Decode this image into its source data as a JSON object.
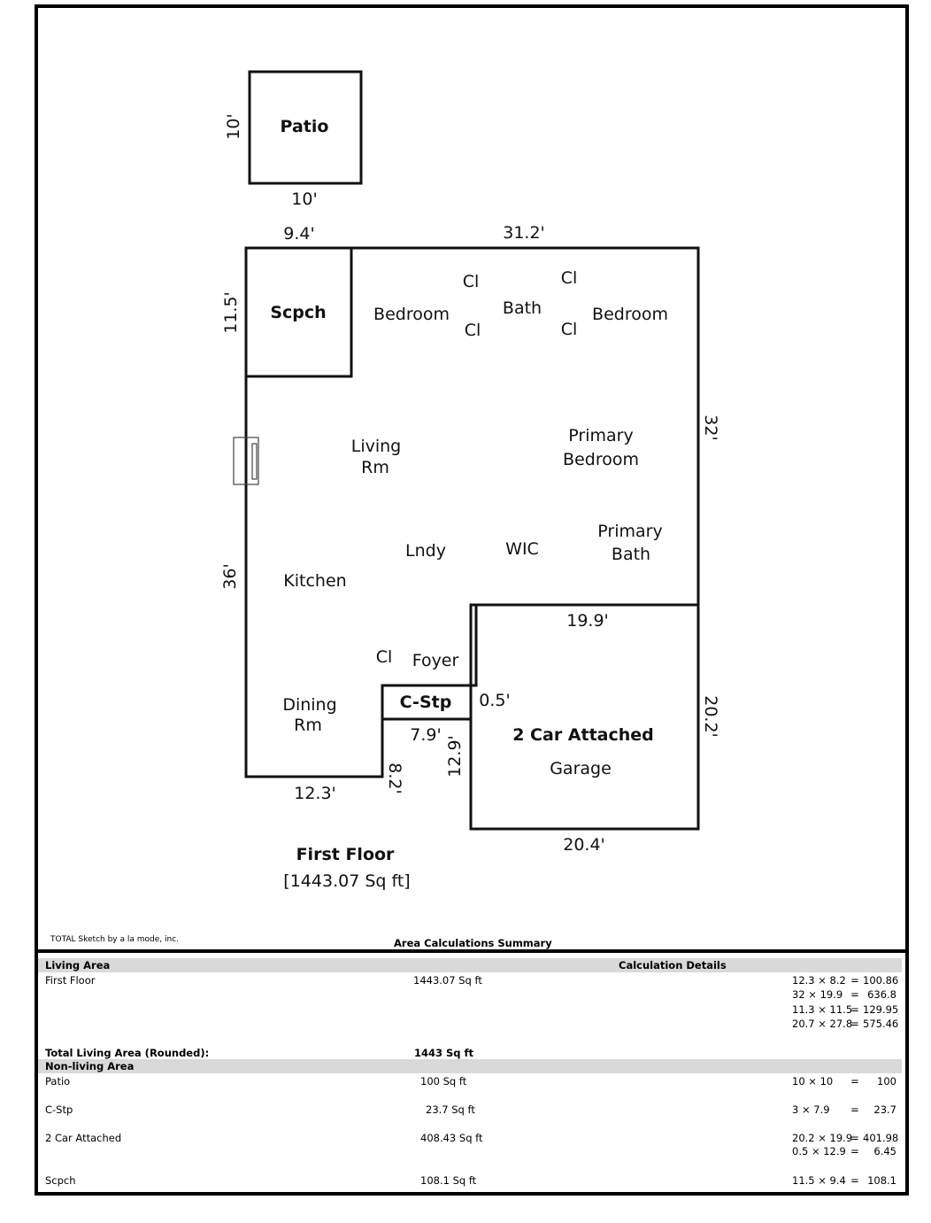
{
  "plan": {
    "rooms": {
      "patio": "Patio",
      "scpch": "Scpch",
      "bedroom1": "Bedroom",
      "cl1": "Cl",
      "cl2": "Cl",
      "bath": "Bath",
      "cl3": "Cl",
      "cl4": "Cl",
      "bedroom2": "Bedroom",
      "living_1": "Living",
      "living_2": "Rm",
      "primary_bed_1": "Primary",
      "primary_bed_2": "Bedroom",
      "lndy": "Lndy",
      "wic": "WIC",
      "primary_bath_1": "Primary",
      "primary_bath_2": "Bath",
      "kitchen": "Kitchen",
      "cl5": "Cl",
      "foyer": "Foyer",
      "cstp": "C-Stp",
      "dining_1": "Dining",
      "dining_2": "Rm",
      "garage_1": "2 Car Attached",
      "garage_2": "Garage"
    },
    "dims": {
      "patio_left": "10'",
      "patio_bottom": "10'",
      "top_left": "9.4'",
      "top_right": "31.2'",
      "scpch_left": "11.5'",
      "right_upper": "32'",
      "left_main": "36'",
      "garage_top": "19.9'",
      "garage_right": "20.2'",
      "cstp_right": "0.5'",
      "cstp_bottom": "7.9'",
      "dining_right": "8.2'",
      "garage_left": "12.9'",
      "dining_bottom": "12.3'",
      "garage_bottom": "20.4'"
    },
    "floor_title": "First Floor",
    "floor_area": "[1443.07 Sq ft]"
  },
  "credit": "TOTAL Sketch by a la mode, inc.",
  "summary": {
    "title": "Area Calculations Summary",
    "living_header": "Living Area",
    "calc_header": "Calculation Details",
    "first_floor": {
      "name": "First Floor",
      "area": "1443.07 Sq ft",
      "calcs": [
        {
          "expr": "12.3 × 8.2",
          "eq": "=",
          "res": "100.86"
        },
        {
          "expr": "32 × 19.9",
          "eq": "=",
          "res": "636.8"
        },
        {
          "expr": "11.3 × 11.5",
          "eq": "=",
          "res": "129.95"
        },
        {
          "expr": "20.7 × 27.8",
          "eq": "=",
          "res": "575.46"
        }
      ]
    },
    "total_label": "Total Living Area (Rounded):",
    "total_value": "1443 Sq ft",
    "nonliving_header": "Non-living Area",
    "patio": {
      "name": "Patio",
      "area": "100 Sq ft",
      "calcs": [
        {
          "expr": "10 × 10",
          "eq": "=",
          "res": "100"
        }
      ]
    },
    "cstp": {
      "name": "C-Stp",
      "area": "23.7 Sq ft",
      "calcs": [
        {
          "expr": "3 × 7.9",
          "eq": "=",
          "res": "23.7"
        }
      ]
    },
    "garage": {
      "name": "2 Car Attached",
      "area": "408.43 Sq ft",
      "calcs": [
        {
          "expr": "20.2 × 19.9",
          "eq": "=",
          "res": "401.98"
        },
        {
          "expr": "0.5 × 12.9",
          "eq": "=",
          "res": "6.45"
        }
      ]
    },
    "scpch": {
      "name": "Scpch",
      "area": "108.1 Sq ft",
      "calcs": [
        {
          "expr": "11.5 × 9.4",
          "eq": "=",
          "res": "108.1"
        }
      ]
    }
  }
}
